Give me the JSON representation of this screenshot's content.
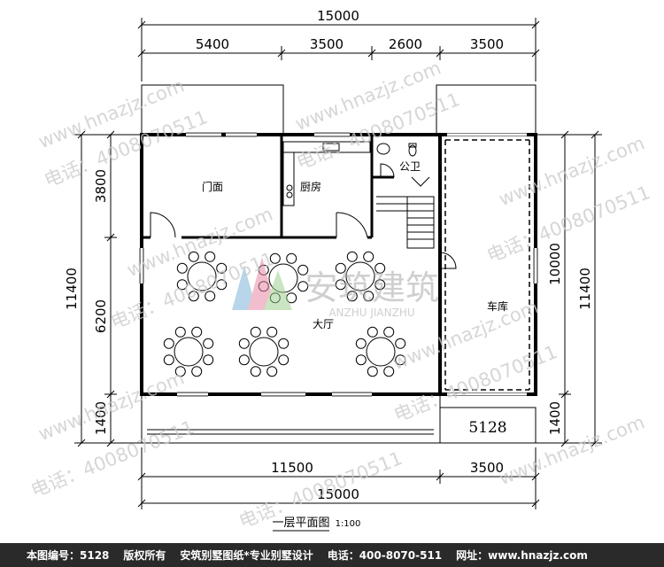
{
  "dimensions": {
    "top_total": "15000",
    "top_segments": [
      "5400",
      "3500",
      "2600",
      "3500"
    ],
    "bottom_segments": [
      "11500",
      "3500"
    ],
    "bottom_total": "15000",
    "left_total": "11400",
    "left_segments": [
      "3800",
      "6200",
      "1400"
    ],
    "right_total": "11400",
    "right_segments": [
      "10000",
      "1400"
    ]
  },
  "rooms": {
    "shop_front": "门面",
    "kitchen": "厨房",
    "public_toilet": "公卫",
    "hall": "大厅",
    "garage": "车库"
  },
  "plan_number": "5128",
  "title": "一层平面图",
  "scale": "1:100",
  "logo": {
    "name": "安筑建筑",
    "pinyin": "ANZHU JIANZHU"
  },
  "watermark": {
    "website": "www.hnazjz.com",
    "phone": "电话：4008070511"
  },
  "footer": {
    "plan_id": "本图编号：5128",
    "copyright": "版权所有",
    "brand": "安筑别墅图纸*专业别墅设计",
    "phone": "电话：400-8070-511",
    "site": "网址：www.hnazjz.com"
  }
}
